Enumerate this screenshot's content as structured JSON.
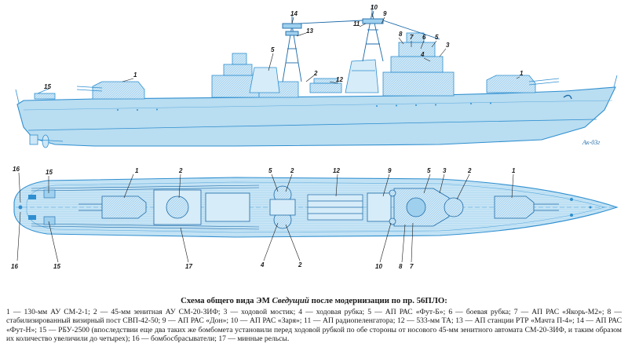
{
  "caption": {
    "title_before": "Схема общего вида ЭМ ",
    "title_ship": "Сведущий",
    "title_after": " после модернизации по пр. 56ПЛО:",
    "body": "1 — 130-мм АУ СМ-2-1; 2 — 45-мм зенитная АУ СМ-20-ЗИФ; 3 — ходовой мостик; 4 — ходовая рубка; 5 — АП РАС «Фут-Б»; 6 — боевая рубка; 7 — АП РАС «Якорь-М2»; 8 — стабилизированный визирный пост СВП-42-50; 9 — АП РАС «Дон»; 10 — АП РАС «Заря»; 11 — АП радиопеленгатора; 12 — 533-мм ТА; 13 — АП станции РТР «Мачта П-4»; 14 — АП РАС «Фут-Н»; 15 — РБУ-2500 (впоследствии еще два таких же бомбомета установили перед ходовой рубкой по обе стороны от носового 45-мм зенитного автомата СМ-20-ЗИФ, и таким образом их количество увеличили до четырех); 16 — бомбосбрасыватели; 17 — минные рельсы."
  },
  "side_view_callouts": [
    "15",
    "1",
    "5",
    "14",
    "13",
    "2",
    "12",
    "11",
    "10",
    "9",
    "8",
    "7",
    "6",
    "5",
    "3",
    "4",
    "1"
  ],
  "plan_view_callouts": [
    "16",
    "15",
    "1",
    "2",
    "5",
    "2",
    "12",
    "9",
    "5",
    "3",
    "2",
    "1",
    "16",
    "15",
    "17",
    "4",
    "2",
    "10",
    "8",
    "7"
  ],
  "signature": "Ак-03г",
  "colors": {
    "hull_fill": "#b9ddf1",
    "line": "#2f8fd0",
    "dark": "#1c6aa8"
  }
}
